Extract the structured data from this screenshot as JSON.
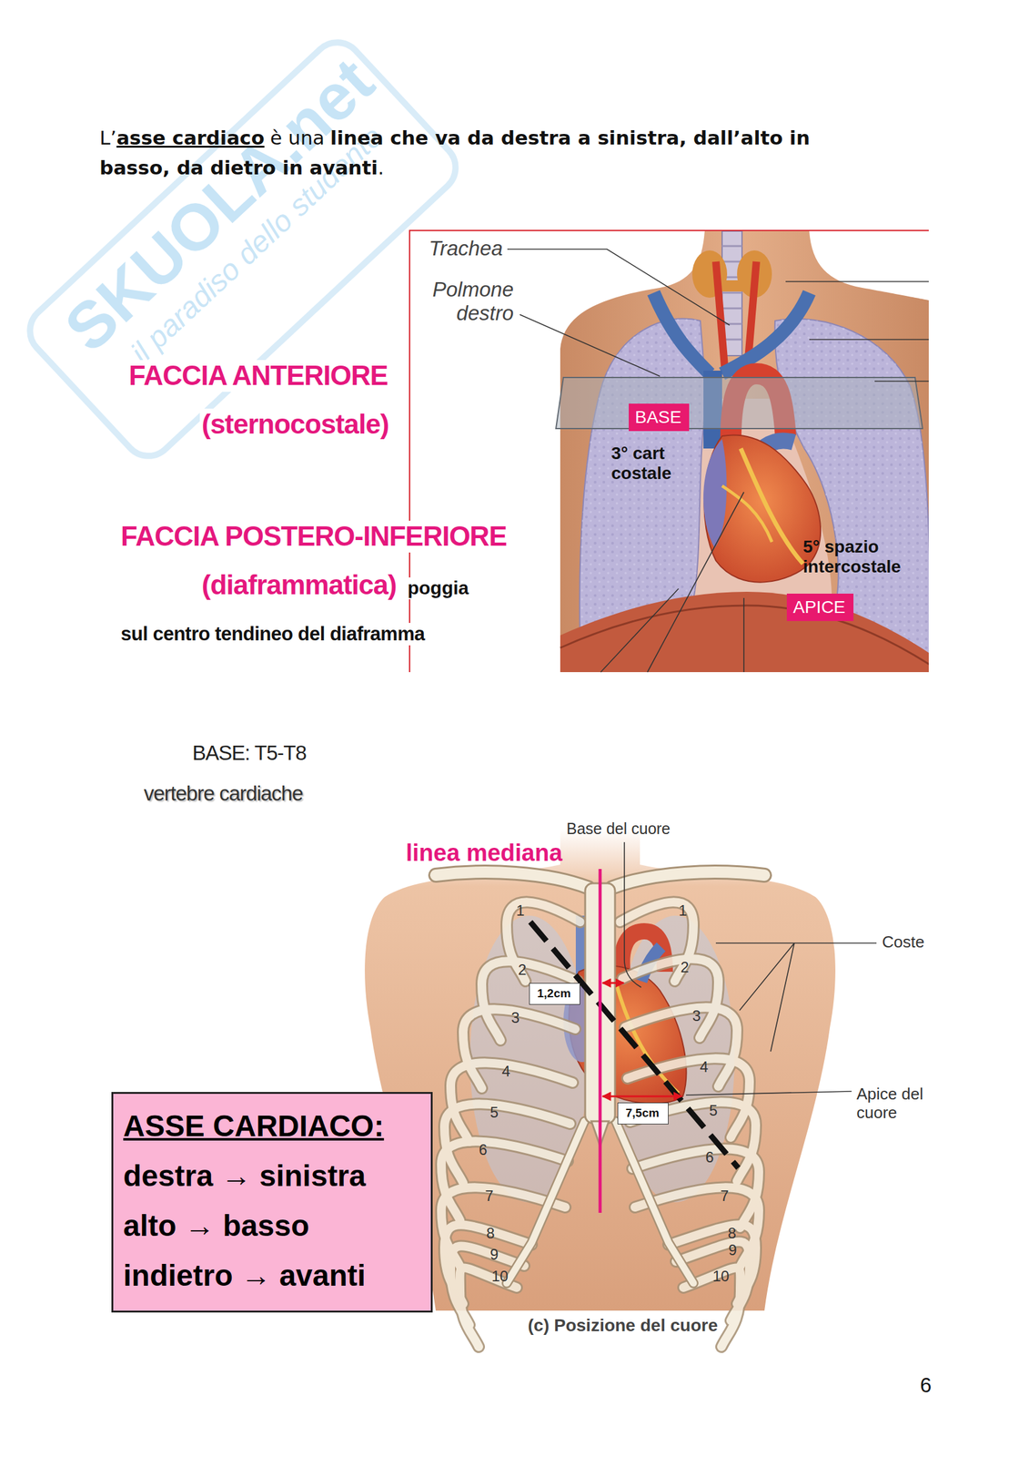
{
  "diagram": {
    "caption": "(c) Posizione del cuore",
    "nodes": [
      {
        "text": [
          "BASE"
        ]
      },
      {
        "text": [
          "APICE"
        ]
      },
      {
        "text": [
          "1,2cm"
        ]
      },
      {
        "text": [
          "ASSE CARDIACO:",
          "destra → sinistra",
          "alto → basso",
          "indietro → avanti"
        ]
      },
      {
        "text": [
          "7,5cm"
        ]
      }
    ],
    "labels": [
      "L’",
      "asse cardiaco",
      "è una",
      "linea che va da destra a sinistra, dall’alto in basso, da dietro in avanti",
      ".",
      "SKUOLA.net",
      "il paradiso dello studente",
      "Trachea",
      "Polmone destro",
      "FACCIA ANTERIORE",
      "(sternocostale)",
      "3° cart costale",
      "FACCIA POSTERO-INFERIORE",
      "(diaframmatica)",
      "poggia",
      "5° spazio intercostale",
      "sul centro tendineo del diaframma",
      "BASE: T5-T8",
      "vertebre cardiache",
      "Base del cuore",
      "linea mediana",
      "1",
      "2",
      "3",
      "4",
      "5",
      "6",
      "7",
      "8",
      "9",
      "10",
      "1",
      "2",
      "3",
      "4",
      "5",
      "6",
      "7",
      "8",
      "9",
      "10",
      "Coste",
      "Apice del cuore",
      "6"
    ]
  }
}
